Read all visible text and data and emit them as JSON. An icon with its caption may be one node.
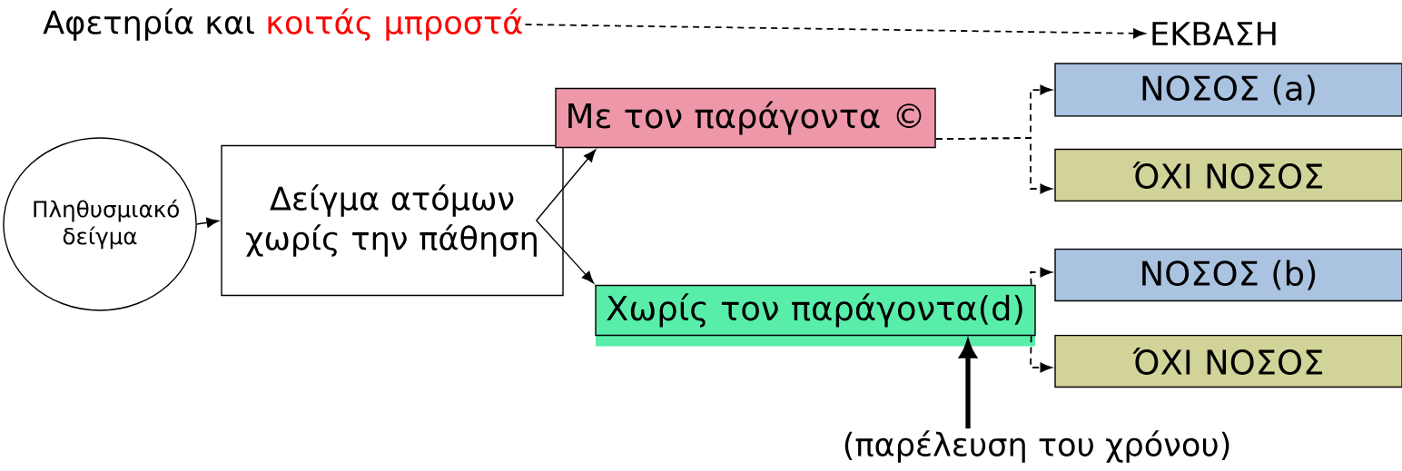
{
  "diagram": {
    "nodes": [
      {
        "text": [
          "Πληθυσμιακό δείγμα"
        ]
      },
      {
        "text": [
          "Δείγμα ατόμων χωρίς την πάθηση"
        ]
      },
      {
        "text": [
          "Με τον παράγοντα ©"
        ]
      },
      {
        "text": [
          "Χωρίς τον παράγοντα(d)"
        ]
      },
      {
        "text": [
          "ΝΟΣΟΣ (a)"
        ]
      },
      {
        "text": [
          "ΌΧΙ ΝΟΣΟΣ"
        ]
      },
      {
        "text": [
          "ΝΟΣΟΣ (b)"
        ]
      },
      {
        "text": [
          "ΌΧΙ ΝΟΣΟΣ"
        ]
      },
      {
        "text": [
          "Αφετηρία και",
          "κοιτάς μπροστά"
        ]
      },
      {
        "text": [
          "ΕΚΒΑΣΗ"
        ]
      },
      {
        "text": [
          "(παρέλευση του χρόνου)"
        ]
      }
    ],
    "edges": [
      {
        "from": 0,
        "to": 1,
        "arrow": "to"
      },
      {
        "from": 1,
        "to": 2,
        "arrow": "to"
      },
      {
        "from": 1,
        "to": 3,
        "arrow": "to"
      },
      {
        "from": 2,
        "to": 4,
        "arrow": "to",
        "style": "dashed"
      },
      {
        "from": 2,
        "to": 5,
        "arrow": "to",
        "style": "dashed"
      },
      {
        "from": 3,
        "to": 6,
        "arrow": "to",
        "style": "dashed"
      },
      {
        "from": 3,
        "to": 7,
        "arrow": "to",
        "style": "dashed"
      },
      {
        "from": 8,
        "to": 9,
        "arrow": "to",
        "style": "dashed"
      },
      {
        "from": 10,
        "to": 3,
        "arrow": "to",
        "style": "thick"
      }
    ]
  }
}
